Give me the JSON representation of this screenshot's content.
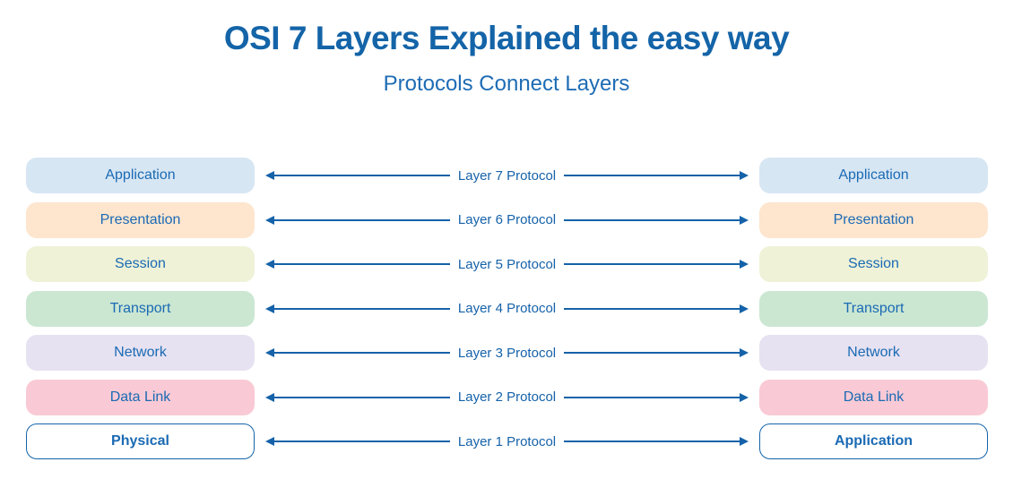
{
  "title": "OSI 7 Layers Explained the easy way",
  "subtitle": "Protocols Connect Layers",
  "colors": {
    "title": "#1464a8",
    "subtitle": "#1e6cb5",
    "arrow": "#1562a9",
    "box_text": "#1a6ab4",
    "outline": "#1464a8"
  },
  "rows": [
    {
      "left": "Application",
      "right": "Application",
      "connection": "Layer 7 Protocol",
      "fill": "#d7e6f3",
      "outlined": false
    },
    {
      "left": "Presentation",
      "right": "Presentation",
      "connection": "Layer 6 Protocol",
      "fill": "#fde5ce",
      "outlined": false
    },
    {
      "left": "Session",
      "right": "Session",
      "connection": "Layer 5 Protocol",
      "fill": "#eff2d7",
      "outlined": false
    },
    {
      "left": "Transport",
      "right": "Transport",
      "connection": "Layer 4 Protocol",
      "fill": "#cbe7d2",
      "outlined": false
    },
    {
      "left": "Network",
      "right": "Network",
      "connection": "Layer 3 Protocol",
      "fill": "#e7e2f1",
      "outlined": false
    },
    {
      "left": "Data Link",
      "right": "Data Link",
      "connection": "Layer 2 Protocol",
      "fill": "#f9cad5",
      "outlined": false
    },
    {
      "left": "Physical",
      "right": "Application",
      "connection": "Layer 1 Protocol",
      "fill": "transparent",
      "outlined": true
    }
  ]
}
